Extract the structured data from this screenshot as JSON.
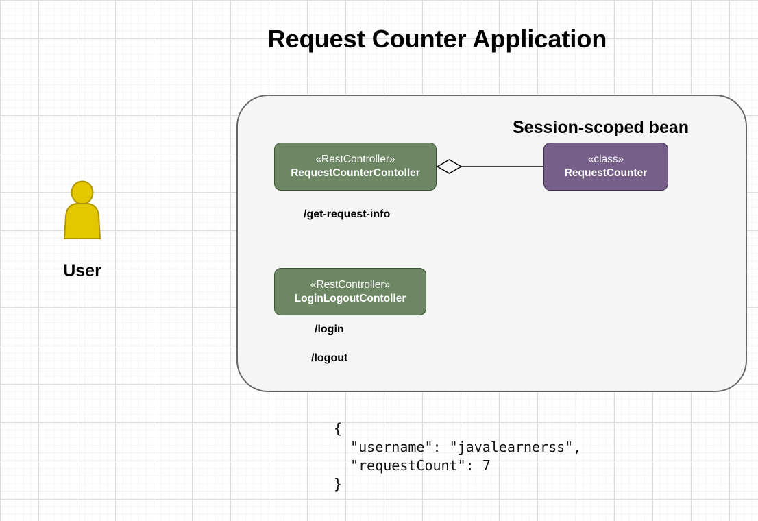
{
  "diagram": {
    "title": "Request Counter Application",
    "actor": {
      "label": "User",
      "fill": "#E3C800",
      "stroke": "#B09500"
    },
    "system": {
      "label": "Session-scoped bean",
      "fill": "#F5F5F5",
      "stroke": "#666666",
      "nodes": [
        {
          "id": "request-counter-controller",
          "stereotype": "«RestController»",
          "name": "RequestCounterContoller",
          "fill": "#6D8764",
          "stroke": "#3A5431"
        },
        {
          "id": "request-counter",
          "stereotype": "«class»",
          "name": "RequestCounter",
          "fill": "#76608A",
          "stroke": "#432D57"
        },
        {
          "id": "login-logout-controller",
          "stereotype": "«RestController»",
          "name": "LoginLogoutContoller",
          "fill": "#6D8764",
          "stroke": "#3A5431"
        }
      ],
      "connector": {
        "type": "aggregation",
        "from": "request-counter-controller",
        "to": "request-counter"
      },
      "endpoints": [
        {
          "label": "/get-request-info"
        },
        {
          "label": "/login"
        },
        {
          "label": "/logout"
        }
      ]
    },
    "code_snippet": "{\n  \"username\": \"javalearnerss\",\n  \"requestCount\": 7\n}"
  }
}
